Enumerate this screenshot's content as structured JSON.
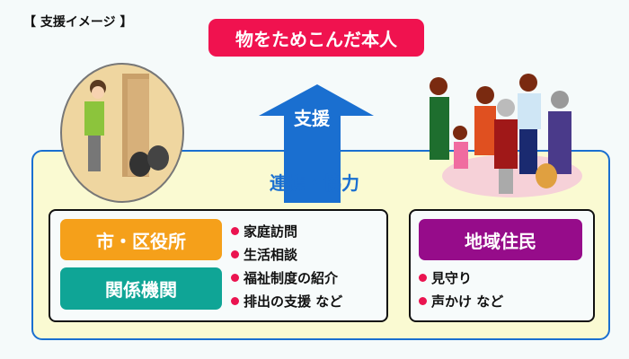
{
  "header_label": "【 支援イメージ 】",
  "target": "物をためこんだ本人",
  "arrow_label": "支援",
  "cooperation_label": "連携・協力",
  "left_group": {
    "roles": [
      "市・区役所",
      "関係機関"
    ],
    "items": [
      "家庭訪問",
      "生活相談",
      "福祉制度の紹介",
      "排出の支援 など"
    ]
  },
  "right_group": {
    "role": "地域住民",
    "items": [
      "見守り",
      "声かけ など"
    ]
  },
  "colors": {
    "target": "#f0124f",
    "arrow": "#1a6fd0",
    "city": "#f5a01a",
    "agencies": "#0fa596",
    "residents": "#960c8a",
    "bullet": "#ea1450",
    "panel": "#fafad2"
  }
}
